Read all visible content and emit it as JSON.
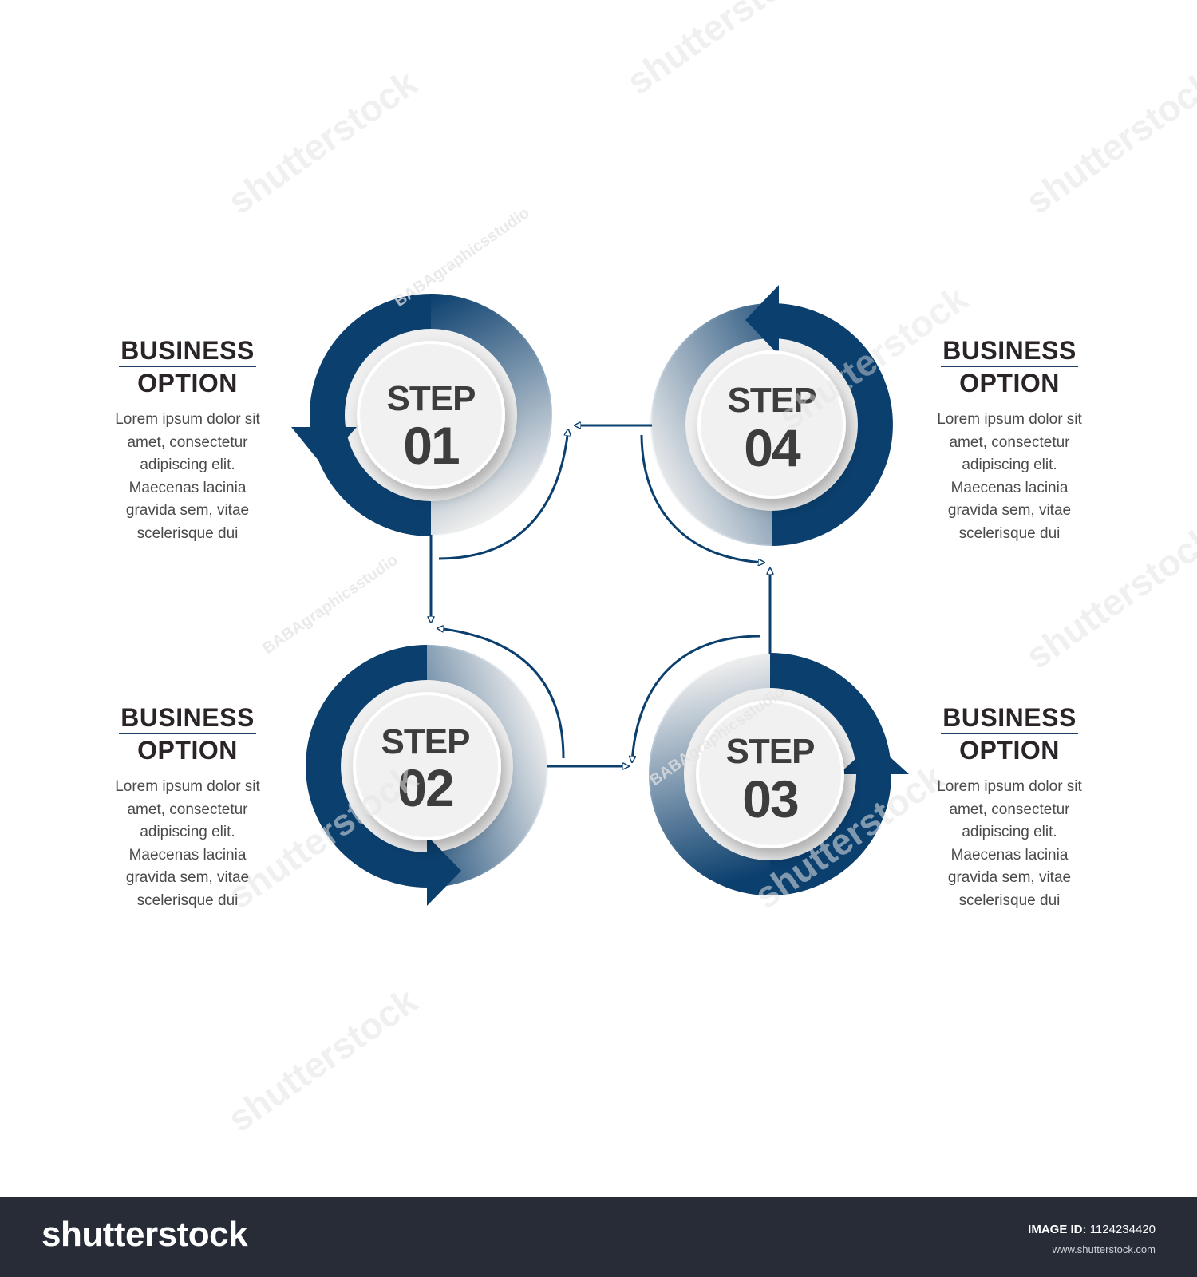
{
  "colors": {
    "accent": "#0b3f6e",
    "ring_light": "#eeeeee",
    "disc": "#f1f1f1",
    "text_title": "#2a2328",
    "text_body": "#4a4a4a",
    "footer_bg": "#272c37"
  },
  "steps": [
    {
      "word": "STEP",
      "number": "01"
    },
    {
      "word": "STEP",
      "number": "02"
    },
    {
      "word": "STEP",
      "number": "03"
    },
    {
      "word": "STEP",
      "number": "04"
    }
  ],
  "options": [
    {
      "title_line1": "BUSINESS",
      "title_line2": "OPTION",
      "body_lines": [
        "Lorem ipsum dolor sit",
        "amet, consectetur",
        "adipiscing elit.",
        "Maecenas lacinia",
        "gravida sem, vitae",
        "scelerisque dui"
      ]
    },
    {
      "title_line1": "BUSINESS",
      "title_line2": "OPTION",
      "body_lines": [
        "Lorem ipsum dolor sit",
        "amet, consectetur",
        "adipiscing elit.",
        "Maecenas lacinia",
        "gravida sem, vitae",
        "scelerisque dui"
      ]
    },
    {
      "title_line1": "BUSINESS",
      "title_line2": "OPTION",
      "body_lines": [
        "Lorem ipsum dolor sit",
        "amet, consectetur",
        "adipiscing elit.",
        "Maecenas lacinia",
        "gravida sem, vitae",
        "scelerisque dui"
      ]
    },
    {
      "title_line1": "BUSINESS",
      "title_line2": "OPTION",
      "body_lines": [
        "Lorem ipsum dolor sit",
        "amet, consectetur",
        "adipiscing elit.",
        "Maecenas lacinia",
        "gravida sem, vitae",
        "scelerisque dui"
      ]
    }
  ],
  "watermarks": {
    "brand": "shutterstock",
    "studio": "BABAgraphicsstudio"
  },
  "footer": {
    "logo": "shutterstock",
    "image_id_label": "IMAGE ID:",
    "image_id": "1124234420",
    "url": "www.shutterstock.com"
  }
}
